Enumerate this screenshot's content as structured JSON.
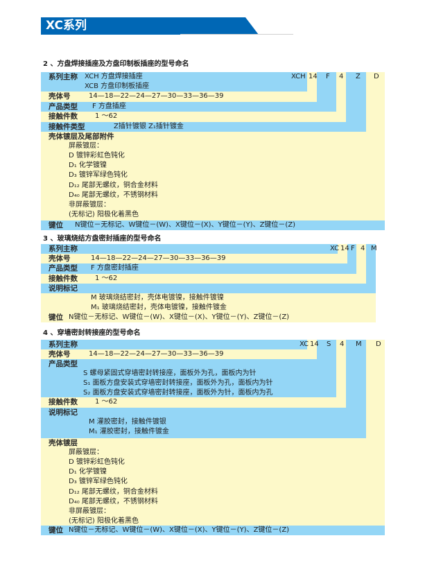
{
  "header": {
    "title": "XC系列"
  },
  "colors": {
    "banner": "#0067b5",
    "blue_band": "#94d6f6",
    "yellow_band": "#fdf9c9"
  },
  "sections": [
    {
      "title": "2 、方盘焊接插座及方盘印制板插座的型号命名",
      "codes": [
        "XCH",
        "14",
        "F",
        "4",
        "Z",
        "D"
      ],
      "rows": [
        {
          "label": "系列主称",
          "items": [
            "XCH 方盘焊接插座",
            "XCB 方盘印制板插座"
          ]
        },
        {
          "label": "壳体号",
          "items": [
            "14—18—22—24—27—30—33—36—39"
          ]
        },
        {
          "label": "产品类型",
          "items": [
            "F 方盘插座"
          ]
        },
        {
          "label": "接触件数",
          "items": [
            "1 ～62"
          ]
        },
        {
          "label": "接触件类型",
          "items": [
            "Z插针镀银   Z₁插针镀金"
          ]
        },
        {
          "label": "壳体镀层及尾部附件",
          "items": [
            "屏蔽镀层：",
            "D   镀锌彩虹色钝化",
            "D₁  化学镀镍",
            "D₃  镀锌军绿色钝化",
            "D₁₂ 尾部无螺纹，铜合金材料",
            "D₄₀ 尾部无螺纹，不锈钢材料",
            "非屏蔽镀层：",
            "(无标记) 阳极化着黑色"
          ]
        },
        {
          "label": "键位",
          "items": [
            "N键位－无标记、W键位－(W)、X键位－(X)、Y键位－(Y)、Z键位－(Z)"
          ]
        }
      ]
    },
    {
      "title": "3 、玻璃烧结方盘密封插座的型号命名",
      "codes": [
        "XC",
        "14",
        "F",
        "4",
        "M"
      ],
      "rows": [
        {
          "label": "系列主称",
          "items": []
        },
        {
          "label": "壳体号",
          "items": [
            "14—18—22—24—27—30—33—36—39"
          ]
        },
        {
          "label": "产品类型",
          "items": [
            "F 方盘密封插座"
          ]
        },
        {
          "label": "接触件数",
          "items": [
            "1 ～62"
          ]
        },
        {
          "label": "说明标记",
          "items": []
        },
        {
          "label": "",
          "items": [
            "M   玻璃烧结密封，壳体电镀镍，接触件镀镍",
            "M₁ 玻璃烧结密封，壳体电镀镍，接触件镀金"
          ]
        },
        {
          "label": "键位",
          "items": [
            "N键位－无标记、W键位－(W)、X键位－(X)、Y键位－(Y)、Z键位－(Z)"
          ]
        }
      ]
    },
    {
      "title": "4 、穿墙密封转接座的型号命名",
      "codes": [
        "XC",
        "14",
        "S",
        "4",
        "M",
        "D"
      ],
      "rows": [
        {
          "label": "系列主称",
          "items": []
        },
        {
          "label": "壳体号",
          "items": [
            "14—18—22—24—27—30—33—36—39"
          ]
        },
        {
          "label": "产品类型",
          "items": [
            "S   螺母紧固式穿墙密封转接座，面板外为孔，面板内为针",
            "S₁  面板方盘安装式穿墙密封转接座，面板外为孔，面板内为针",
            "S₂ 面板方盘安装式穿墙密封转接座，面板外为针，面板内为孔"
          ]
        },
        {
          "label": "接触件数",
          "items": [
            "1 ～62"
          ]
        },
        {
          "label": "说明标记",
          "items": [
            "M   灌胶密封，接触件镀银",
            "M₁ 灌胶密封，接触件镀金"
          ]
        },
        {
          "label": "壳体镀层",
          "items": [
            "屏蔽镀层：",
            "D   镀锌彩虹色钝化",
            "D₁  化学镀镍",
            "D₃  镀锌军绿色钝化",
            "D₁₂ 尾部无螺纹，铜合金材料",
            "D₄₀ 尾部无螺纹，不锈钢材料",
            "非屏蔽镀层：",
            "(无标记) 阳极化着黑色"
          ]
        },
        {
          "label": "键位",
          "items": [
            "N键位－无标记、W键位－(W)、X键位－(X)、Y键位－(Y)、Z键位－(Z)"
          ]
        }
      ]
    }
  ]
}
